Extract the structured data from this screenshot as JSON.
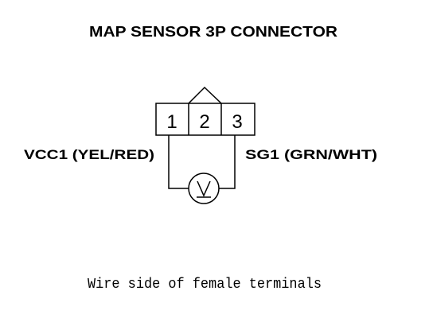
{
  "diagram": {
    "title": "MAP SENSOR 3P CONNECTOR",
    "connector": {
      "terminals": [
        "1",
        "2",
        "3"
      ]
    },
    "labels": {
      "left_wire": "VCC1 (YEL/RED)",
      "right_wire": "SG1 (GRN/WHT)"
    },
    "meter": {
      "symbol": "V"
    },
    "caption": "Wire side of female terminals"
  }
}
